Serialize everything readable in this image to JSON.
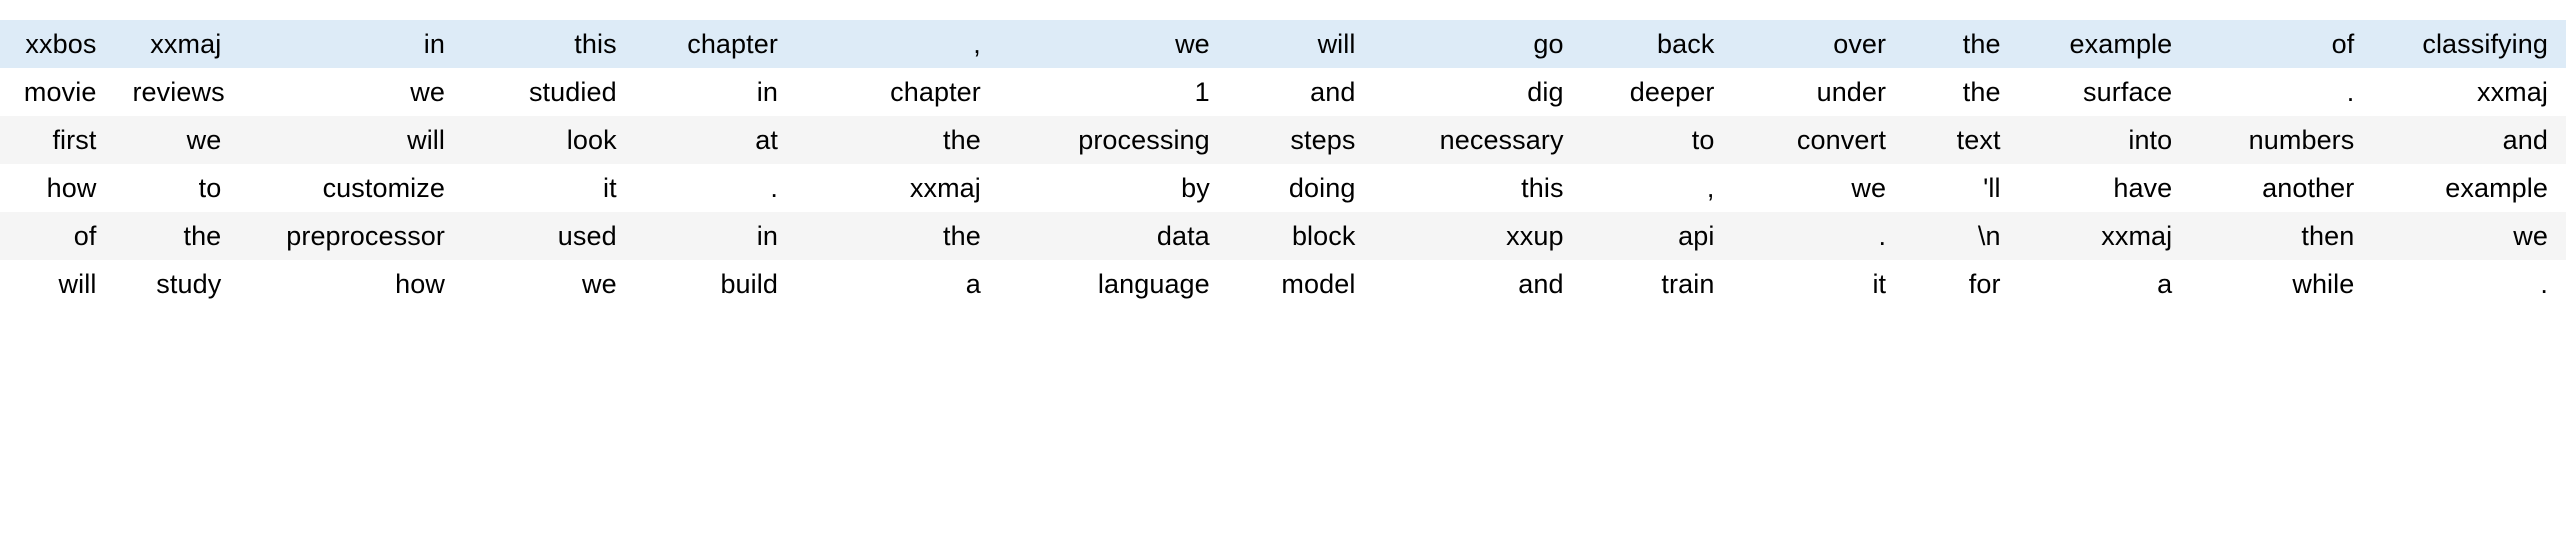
{
  "table": {
    "kind": "tokenized-text-dataframe",
    "row_count": 6,
    "column_count": 15,
    "colors": {
      "highlight_row_background": "#ddebf7",
      "stripe_row_background": "#f5f5f5",
      "plain_row_background": "#ffffff",
      "text": "#000000",
      "page_background": "#ffffff"
    },
    "rows": [
      {
        "style": "highlight",
        "cells": [
          "xxbos",
          "xxmaj",
          "in",
          "this",
          "chapter",
          ",",
          "we",
          "will",
          "go",
          "back",
          "over",
          "the",
          "example",
          "of",
          "classifying"
        ]
      },
      {
        "style": "plain",
        "cells": [
          "movie",
          "reviews",
          "we",
          "studied",
          "in",
          "chapter",
          "1",
          "and",
          "dig",
          "deeper",
          "under",
          "the",
          "surface",
          ".",
          "xxmaj"
        ]
      },
      {
        "style": "stripe",
        "cells": [
          "first",
          "we",
          "will",
          "look",
          "at",
          "the",
          "processing",
          "steps",
          "necessary",
          "to",
          "convert",
          "text",
          "into",
          "numbers",
          "and"
        ]
      },
      {
        "style": "plain",
        "cells": [
          "how",
          "to",
          "customize",
          "it",
          ".",
          "xxmaj",
          "by",
          "doing",
          "this",
          ",",
          "we",
          "'ll",
          "have",
          "another",
          "example"
        ]
      },
      {
        "style": "stripe",
        "cells": [
          "of",
          "the",
          "preprocessor",
          "used",
          "in",
          "the",
          "data",
          "block",
          "xxup",
          "api",
          ".",
          "\\n",
          "xxmaj",
          "then",
          "we"
        ]
      },
      {
        "style": "plain",
        "cells": [
          "will",
          "study",
          "how",
          "we",
          "build",
          "a",
          "language",
          "model",
          "and",
          "train",
          "it",
          "for",
          "a",
          "while",
          "."
        ]
      }
    ]
  }
}
